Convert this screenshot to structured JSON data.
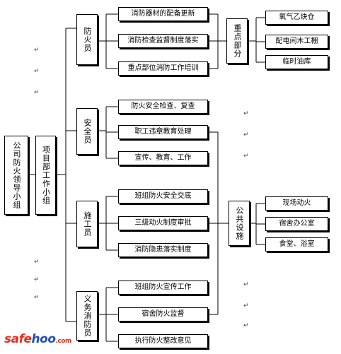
{
  "nodes": {
    "lead_group": "公司防火领导小组",
    "project_group": "项目部工作小组",
    "fire_officer": "防火员",
    "safety_officer": "安全员",
    "construction_officer": "施工员",
    "volunteer_firefighter": "义务消防员",
    "key_areas": "重点部分",
    "public_facilities": "公共设施"
  },
  "fire_officer_tasks": [
    "消防器材的配备更新",
    "消防检查监督制度落实",
    "重点部位消防工作培训"
  ],
  "safety_officer_tasks": [
    "防火安全检查、复查",
    "职工违章教育处理",
    "宣传、教育、工作"
  ],
  "construction_officer_tasks": [
    "班组防火安全交底",
    "三级动火制度审批",
    "消防隐患落实制度"
  ],
  "volunteer_tasks": [
    "班组防火宣传工作",
    "宿舍防火监督",
    "执行防火整改意见"
  ],
  "key_area_items": [
    "氧气乙炔仓",
    "配电间木工棚",
    "临时油库"
  ],
  "public_facility_items": [
    "现场动火",
    "宿舍办公室",
    "食堂、浴室"
  ],
  "watermark": {
    "part1": "safe",
    "part2": "hoo",
    "suffix": ".com"
  },
  "colors": {
    "line": "#000000",
    "watermark_red": "#e0311f",
    "watermark_blue": "#1f4fb8"
  }
}
